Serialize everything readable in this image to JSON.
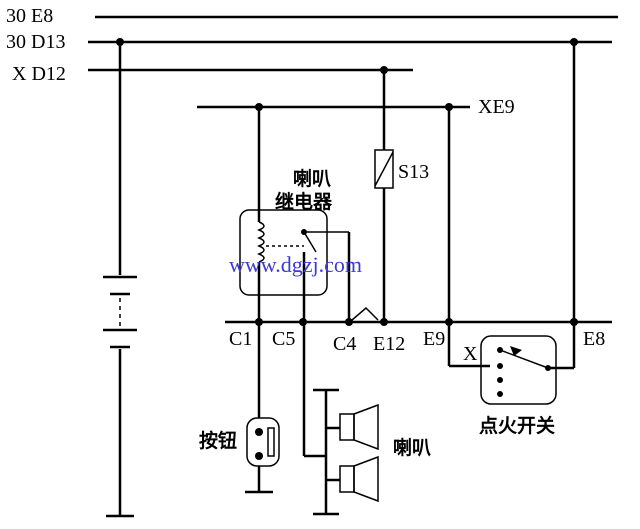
{
  "buses": {
    "e8": "30 E8",
    "d13": "30 D13",
    "d12": "X D12",
    "e9": "XE9"
  },
  "components": {
    "s13": "S13",
    "relay": "喇叭\n继电器",
    "button": "按钮",
    "horn": "喇叭",
    "ignition_switch": "点火开关",
    "switch_terminal_x": "X"
  },
  "terminals": {
    "c1": "C1",
    "c5": "C5",
    "c4": "C4",
    "e12": "E12",
    "e9": "E9",
    "e8": "E8"
  },
  "watermark": "www.dgzj.com"
}
